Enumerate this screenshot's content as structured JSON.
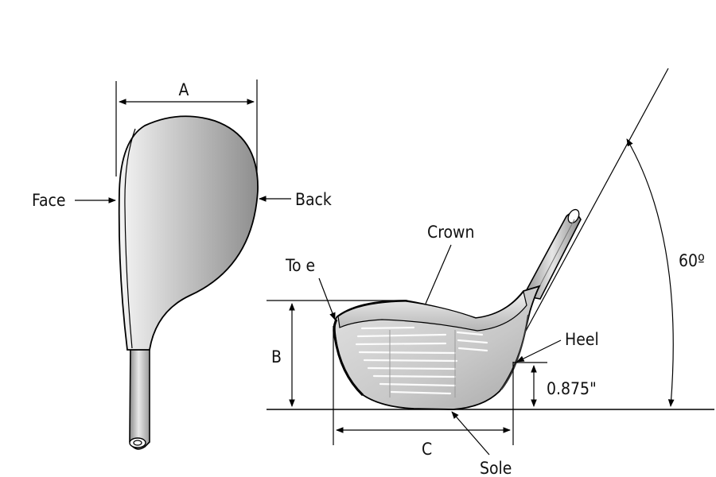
{
  "labels": {
    "a": "A",
    "b": "B",
    "c": "C",
    "face": "Face",
    "back": "Back",
    "crown": "Crown",
    "toe": "To e",
    "heel": "Heel",
    "sole": "Sole",
    "angle": "60º",
    "height": "0.875\""
  }
}
